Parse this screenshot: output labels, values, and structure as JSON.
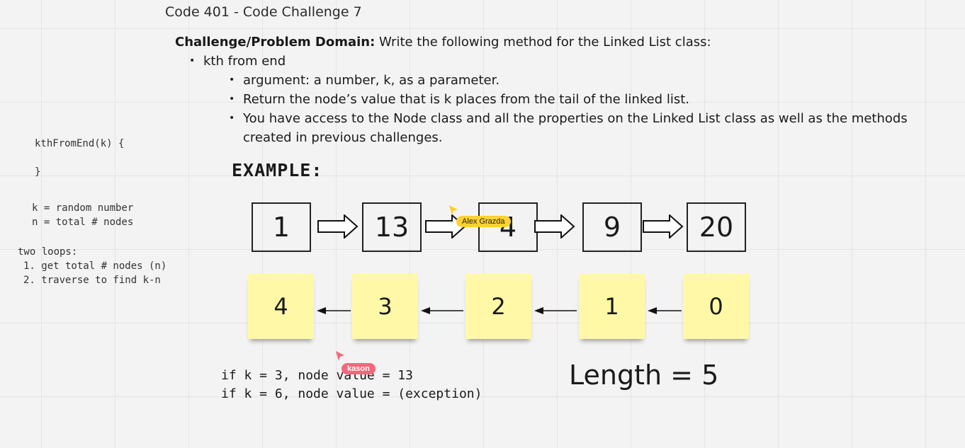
{
  "board": {
    "frame_title": "Code 401 - Code Challenge 7"
  },
  "problem": {
    "lead_bold": "Challenge/Problem Domain:",
    "lead_text": " Write the following method for the Linked List class:",
    "method": "kth from end",
    "details": [
      "argument: a number, k, as a parameter.",
      "Return the node’s value that is k places from the tail of the linked list.",
      "You have access to the Node class and all the properties on the Linked List class as well as the methods created in previous challenges."
    ]
  },
  "side_notes": {
    "signature": "kthFromEnd(k) {",
    "closing": "}",
    "vars": [
      "k = random number",
      "n = total # nodes"
    ],
    "loops_title": "two loops:",
    "loops": [
      "1. get total # nodes (n)",
      "2. traverse to find k-n"
    ]
  },
  "example": {
    "heading": "EXAMPLE:",
    "nodes": [
      "1",
      "13",
      "4",
      "9",
      "20"
    ],
    "indices": [
      "4",
      "3",
      "2",
      "1",
      "0"
    ],
    "conditions": [
      "if k = 3, node value = 13",
      "if k = 6, node value = (exception)"
    ],
    "length_label": "Length = 5"
  },
  "collaborators": [
    {
      "name": "Alex Grazda",
      "color": "#fcd130"
    },
    {
      "name": "kason",
      "color": "#f4677a"
    }
  ]
}
